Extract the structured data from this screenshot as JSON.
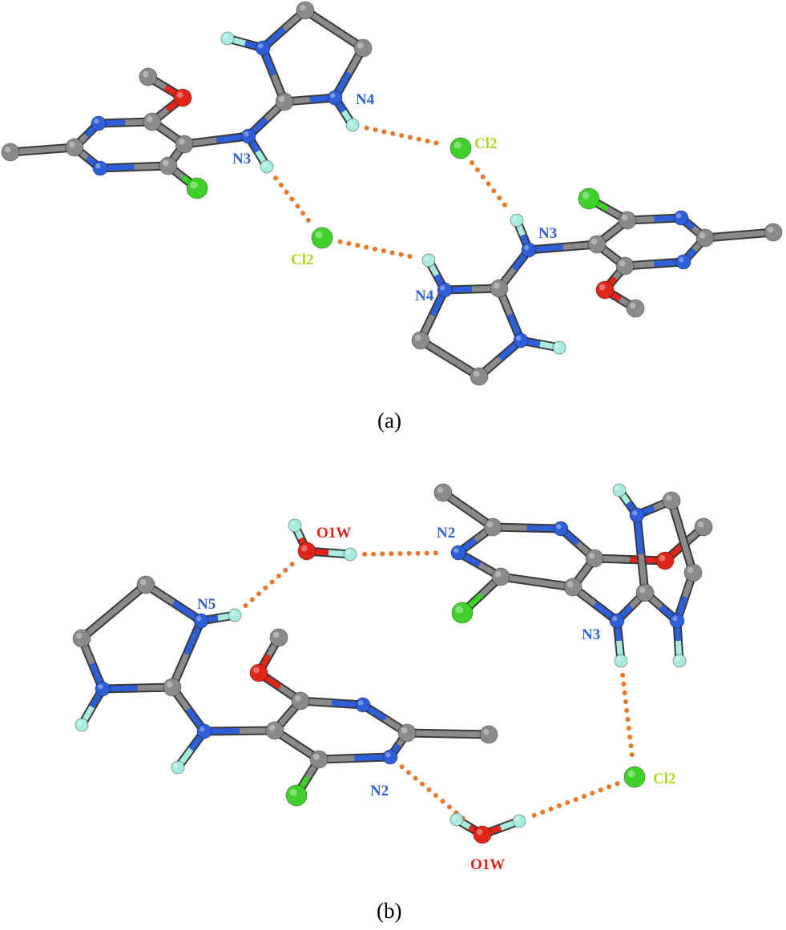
{
  "colors": {
    "carbon": "#8a8a8a",
    "nitrogen": "#2f5fd8",
    "oxygen": "#e0261a",
    "hydrogen": "#a8ece0",
    "chlorine": "#3fd12a",
    "hbond": "#e8782a",
    "label_n": "#2f5fd8",
    "label_cl": "#a8d820",
    "label_o": "#e0261a"
  },
  "panels": [
    {
      "label": "(a)",
      "atom_labels": {
        "n4_top": "N4",
        "n3_left": "N3",
        "cl2_right": "Cl2",
        "cl2_left": "Cl2",
        "n3_right": "N3",
        "n4_bottom": "N4"
      }
    },
    {
      "label": "(b)",
      "atom_labels": {
        "o1w_top": "O1W",
        "n2_top": "N2",
        "n5": "N5",
        "n3": "N3",
        "n2_bottom": "N2",
        "cl2": "Cl2",
        "o1w_bottom": "O1W"
      }
    }
  ]
}
